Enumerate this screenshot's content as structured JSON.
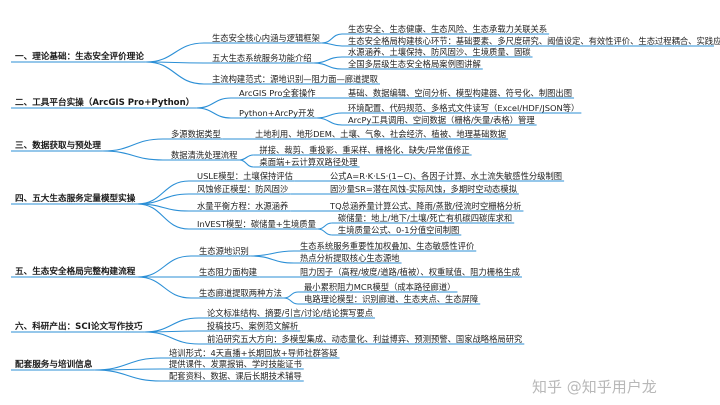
{
  "colors": {
    "branch": "#2b8fd6"
  },
  "watermark": "知乎 @知乎用户龙",
  "sections": [
    {
      "id": "s1",
      "title": "一、理论基础：生态安全评价理论",
      "children": [
        {
          "label": "生态安全核心内涵与逻辑框架",
          "children": [
            "生态安全、生态健康、生态风险、生态承载力关联关系",
            "生态安全格局构建核心环节：基础要素、多尺度研究、阈值设定、有效性评价、生态过程耦合、实践应用"
          ]
        },
        {
          "label": "五大生态系统服务功能介绍",
          "children": [
            "水源涵养、土壤保持、防风固沙、生境质量、固碳",
            "全国多层级生态安全格局案例图讲解"
          ]
        },
        {
          "label": "主流构建范式：源地识别—阻力面—廊道提取",
          "children": []
        }
      ]
    },
    {
      "id": "s2",
      "title": "二、工具平台实操（ArcGIS Pro+Python）",
      "children": [
        {
          "label": "ArcGIS Pro全套操作",
          "children": [
            "基础、数据编辑、空间分析、模型构建器、符号化、制图出图"
          ]
        },
        {
          "label": "Python+ArcPy开发",
          "children": [
            "环境配置、代码规范、多格式文件读写（Excel/HDF/JSON等）",
            "ArcPy工具调用、空间数据（栅格/矢量/表格）管理"
          ]
        }
      ]
    },
    {
      "id": "s3",
      "title": "三、数据获取与预处理",
      "children": [
        {
          "label": "多源数据类型",
          "children": [
            "土地利用、地形DEM、土壤、气象、社会经济、植被、地理基础数据"
          ]
        },
        {
          "label": "数据清洗处理流程",
          "children": [
            "拼接、裁剪、重投影、重采样、栅格化、缺失/异常值修正",
            "桌面端+云计算双路径处理"
          ]
        }
      ]
    },
    {
      "id": "s4",
      "title": "四、五大生态服务定量模型实操",
      "children": [
        {
          "label": "USLE模型：土壤保持评估",
          "children": [
            "公式A=R⋅K⋅LS⋅(1−C)、各因子计算、水土流失敏感性分级制图"
          ]
        },
        {
          "label": "风蚀修正模型：防风固沙",
          "children": [
            "固沙量SR=潜在风蚀-实际风蚀，多期时空动态模拟"
          ]
        },
        {
          "label": "水量平衡方程：水源涵养",
          "children": [
            "TQ总涵养量计算公式、降雨/蒸散/径流时空栅格分析"
          ]
        },
        {
          "label": "InVEST模型：碳储量+生境质量",
          "children": [
            "碳储量：地上/地下/土壤/死亡有机碳四碳库求和",
            "生境质量公式、0-1分值空间制图"
          ]
        }
      ]
    },
    {
      "id": "s5",
      "title": "五、生态安全格局完整构建流程",
      "children": [
        {
          "label": "生态源地识别",
          "children": [
            "生态系统服务重要性加权叠加、生态敏感性评价",
            "热点分析提取核心生态源地"
          ]
        },
        {
          "label": "生态阻力面构建",
          "children": [
            "阻力因子（高程/坡度/道路/植被）、权重赋值、阻力栅格生成"
          ]
        },
        {
          "label": "生态廊道提取两种方法",
          "children": [
            "最小累积阻力MCR模型（成本路径廊道）",
            "电路理论模型：识别廊道、生态夹点、生态屏障"
          ]
        }
      ]
    },
    {
      "id": "s6",
      "title": "六、科研产出：SCI论文写作技巧",
      "children": [
        {
          "label": "论文标准结构、摘要/引言/讨论/结论撰写要点",
          "children": []
        },
        {
          "label": "投稿技巧、案例范文解析",
          "children": []
        },
        {
          "label": "前沿研究五大方向：多模型集成、动态量化、利益博弈、预测预警、国家战略格局研究",
          "children": []
        }
      ]
    },
    {
      "id": "s7",
      "title": "配套服务与培训信息",
      "children": [
        {
          "label": "培训形式：4天直播+长期回放+导师社群答疑",
          "children": []
        },
        {
          "label": "提供课件、发票报销、学时技能证书",
          "children": []
        },
        {
          "label": "配套资料、数据、课后长期技术辅导",
          "children": []
        }
      ]
    }
  ]
}
